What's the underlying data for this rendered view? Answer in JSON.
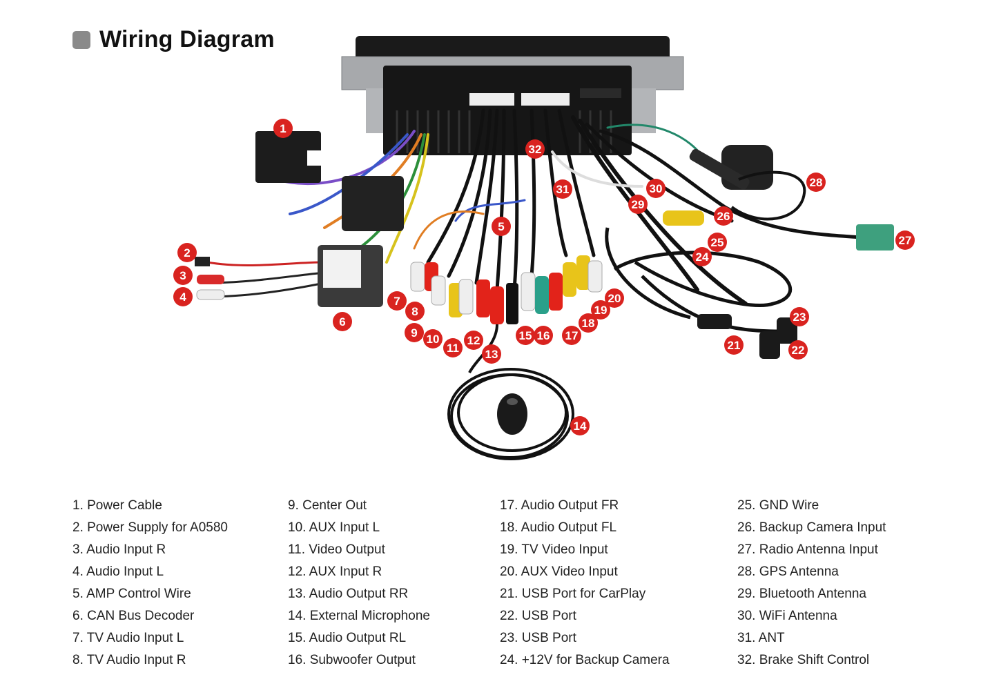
{
  "header": {
    "title": "Wiring Diagram",
    "square_color": "#8a8a8a"
  },
  "colors": {
    "callout": "#d9231f",
    "callout_text": "#ffffff"
  },
  "legend": {
    "columns": [
      [
        "1. Power Cable",
        "2. Power Supply for A0580",
        "3. Audio Input R",
        "4. Audio Input L",
        "5. AMP Control Wire",
        "6. CAN Bus Decoder",
        "7. TV Audio Input L",
        "8. TV Audio Input R"
      ],
      [
        "9. Center Out",
        "10. AUX Input L",
        "11. Video Output",
        "12. AUX Input R",
        "13. Audio Output RR",
        "14. External Microphone",
        "15. Audio Output RL",
        "16. Subwoofer Output"
      ],
      [
        "17. Audio Output FR",
        "18. Audio Output FL",
        "19. TV Video Input",
        "20. AUX Video Input",
        "21. USB Port for CarPlay",
        "22. USB Port",
        "23. USB Port",
        "24. +12V for Backup Camera"
      ],
      [
        "25. GND Wire",
        "26. Backup Camera Input",
        "27. Radio Antenna Input",
        "28. GPS Antenna",
        "29. Bluetooth Antenna",
        "30. WiFi Antenna",
        "31. ANT",
        "32. Brake Shift Control"
      ]
    ]
  },
  "callouts": [
    "1",
    "2",
    "3",
    "4",
    "5",
    "6",
    "7",
    "8",
    "9",
    "10",
    "11",
    "12",
    "13",
    "14",
    "15",
    "16",
    "17",
    "18",
    "19",
    "20",
    "21",
    "22",
    "23",
    "24",
    "25",
    "26",
    "27",
    "28",
    "29",
    "30",
    "31",
    "32"
  ]
}
